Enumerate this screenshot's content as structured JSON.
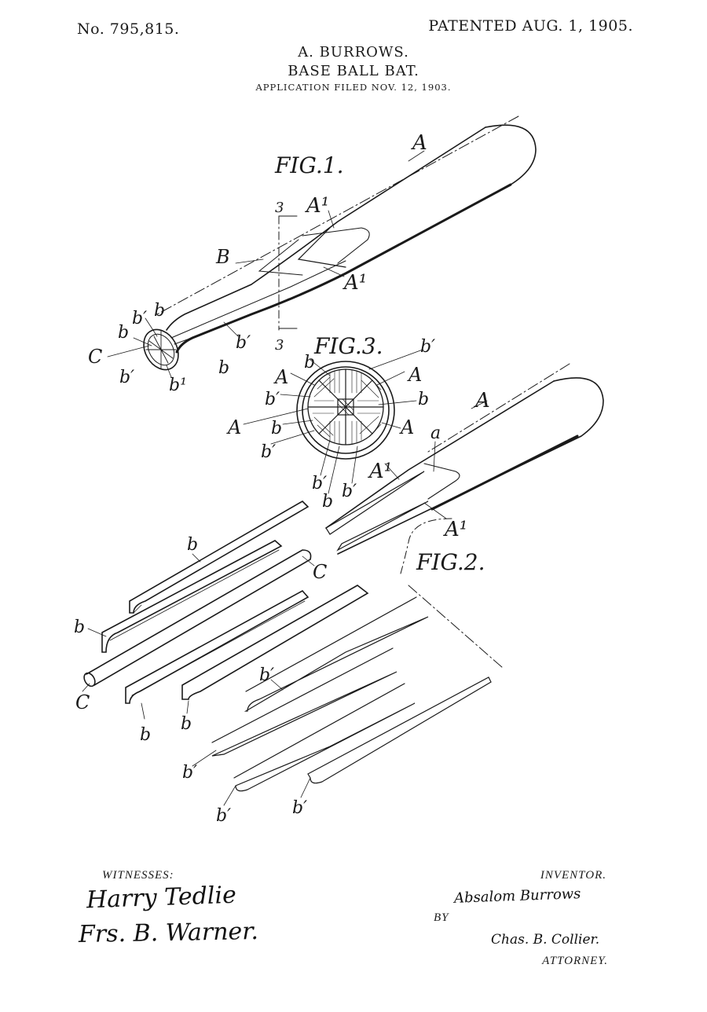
{
  "header": {
    "patent_number": "No. 795,815.",
    "patented_date": "PATENTED AUG. 1, 1905.",
    "inventor": "A. BURROWS.",
    "title": "BASE BALL BAT.",
    "application_filed": "APPLICATION FILED NOV. 12, 1903."
  },
  "figures": {
    "fig1": "FIG.1.",
    "fig2": "FIG.2.",
    "fig3": "FIG.3."
  },
  "reference_labels": {
    "A": "A",
    "A1": "A¹",
    "B": "B",
    "C": "C",
    "a": "a",
    "b": "b",
    "b_prime": "b′",
    "b1": "b¹",
    "section": "3"
  },
  "footer": {
    "witnesses_label": "WITNESSES:",
    "witness_1": "Harry Tedlie",
    "witness_2": "Frs. B. Warner.",
    "inventor_label": "INVENTOR.",
    "inventor_signature": "Absalom Burrows",
    "by_label": "BY",
    "attorney_signature": "Chas. B. Collier.",
    "attorney_label": "ATTORNEY."
  }
}
